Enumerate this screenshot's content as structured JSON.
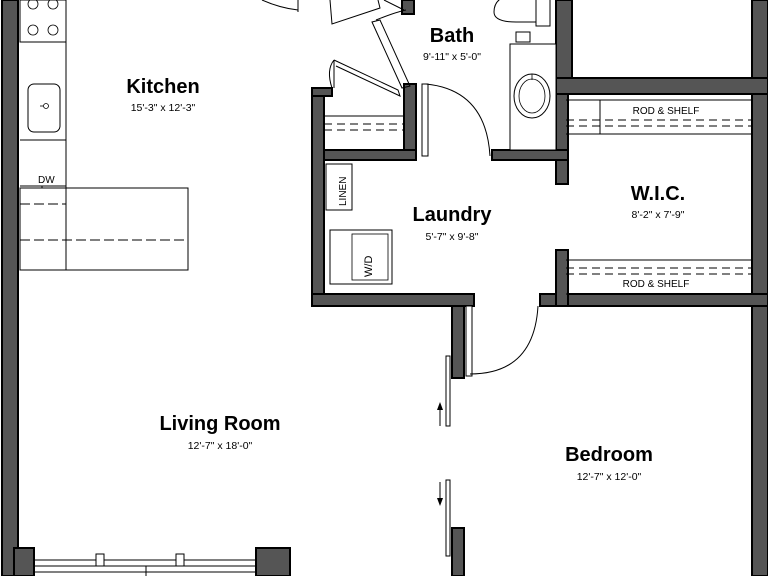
{
  "rooms": {
    "kitchen": {
      "name": "Kitchen",
      "dims": "15'-3\" x 12'-3\""
    },
    "bath": {
      "name": "Bath",
      "dims": "9'-11\" x 5'-0\""
    },
    "laundry": {
      "name": "Laundry",
      "dims": "5'-7\" x 9'-8\""
    },
    "wic": {
      "name": "W.I.C.",
      "dims": "8'-2\" x 7'-9\""
    },
    "living": {
      "name": "Living Room",
      "dims": "12'-7\" x 18'-0\""
    },
    "bedroom": {
      "name": "Bedroom",
      "dims": "12'-7\" x 12'-0\""
    }
  },
  "fixtures": {
    "dishwasher": "DW",
    "linen": "LINEN",
    "washer_dryer": "W/D",
    "rod_shelf_top": "ROD & SHELF",
    "rod_shelf_bottom": "ROD & SHELF"
  }
}
